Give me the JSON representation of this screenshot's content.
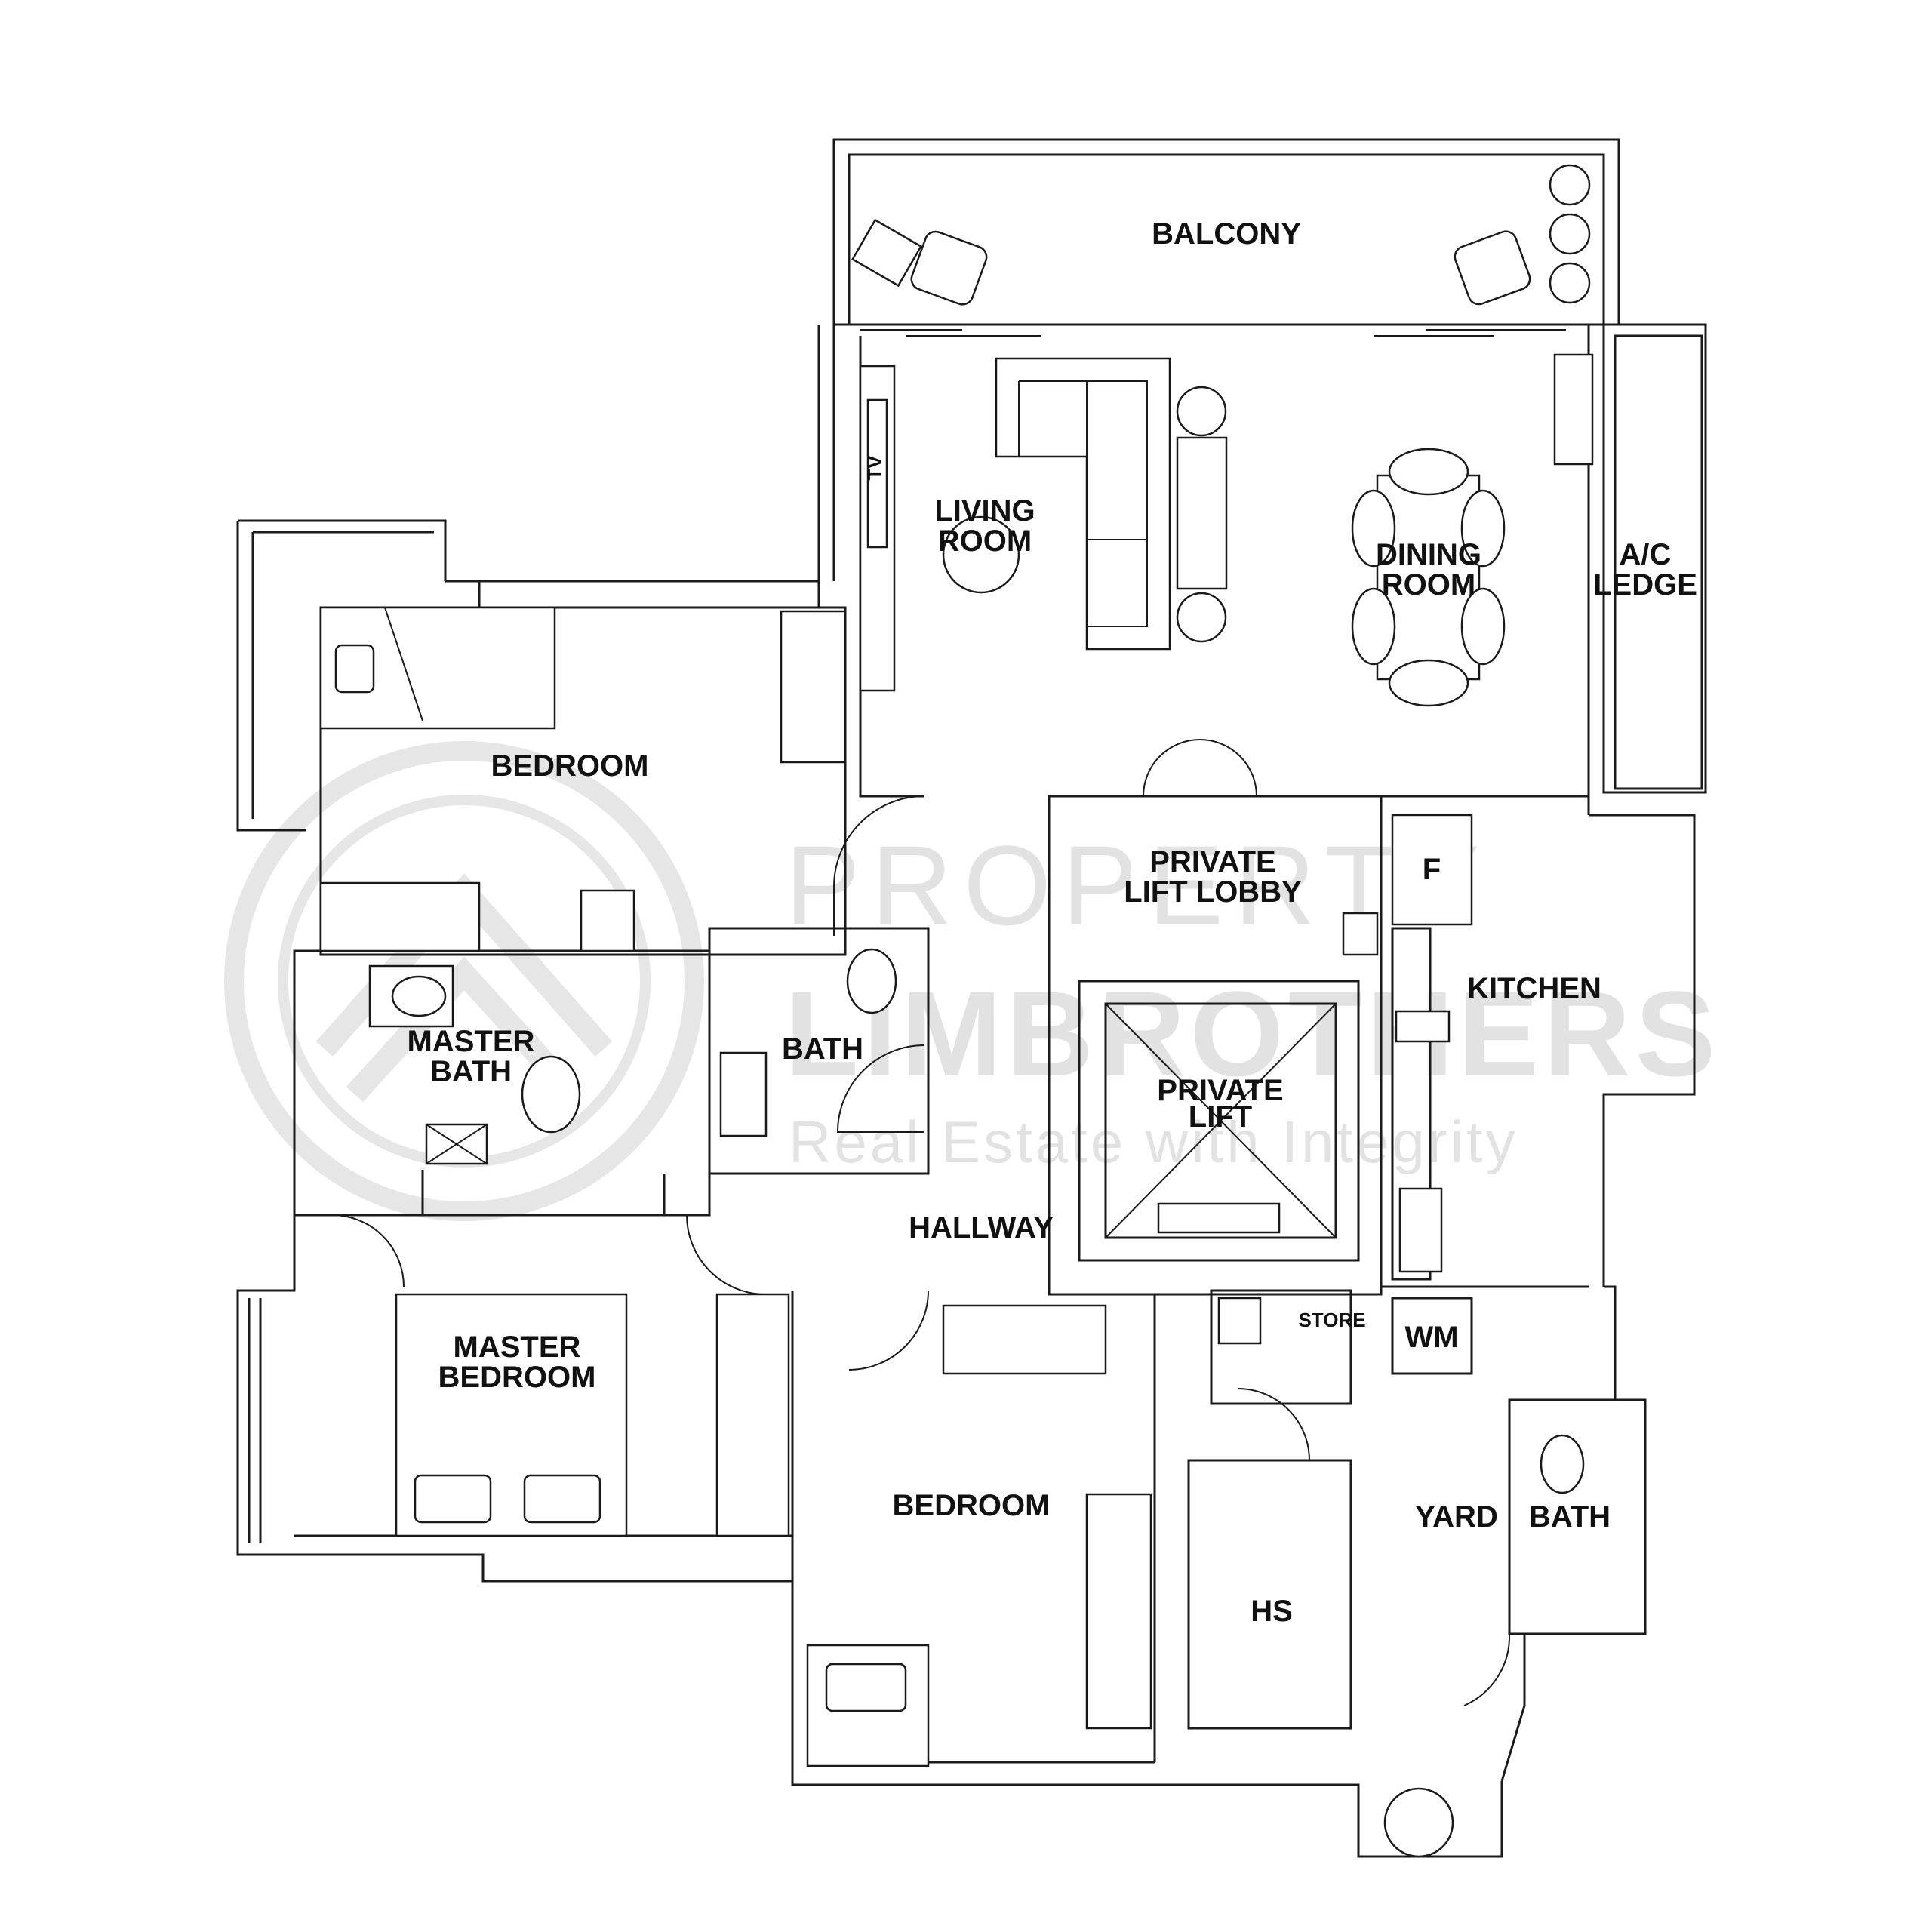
{
  "watermark": {
    "line1": "PROPERTY",
    "line2": "LIMBROTHERS",
    "tagline": "Real Estate with Integrity",
    "color": "#e2e2e2"
  },
  "rooms": {
    "balcony": "BALCONY",
    "living_room_1": "LIVING",
    "living_room_2": "ROOM",
    "tv": "TV",
    "dining_room_1": "DINING",
    "dining_room_2": "ROOM",
    "ac_ledge_1": "A/C",
    "ac_ledge_2": "LEDGE",
    "bedroom_top": "BEDROOM",
    "private_lift_lobby_1": "PRIVATE",
    "private_lift_lobby_2": "LIFT LOBBY",
    "fridge": "F",
    "kitchen": "KITCHEN",
    "master_bath_1": "MASTER",
    "master_bath_2": "BATH",
    "bath_common": "BATH",
    "private_lift_1": "PRIVATE",
    "private_lift_2": "LIFT",
    "hallway": "HALLWAY",
    "store": "STORE",
    "washing_machine": "WM",
    "master_bedroom_1": "MASTER",
    "master_bedroom_2": "BEDROOM",
    "bedroom_bottom": "BEDROOM",
    "yard": "YARD",
    "bath_yard": "BATH",
    "household_shelter": "HS"
  }
}
